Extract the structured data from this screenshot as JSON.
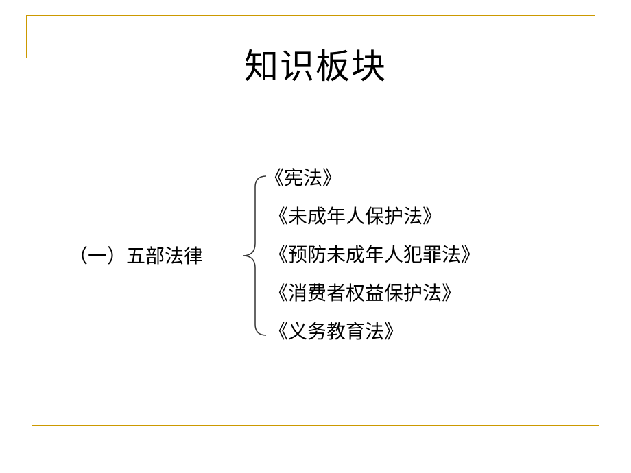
{
  "slide": {
    "title": "知识板块",
    "topic": "（一）五部法律",
    "laws": [
      "《宪法》",
      "《未成年人保护法》",
      "《预防未成年人犯罪法》",
      "《消费者权益保护法》",
      "《义务教育法》"
    ],
    "accent_color": "#cc9900"
  }
}
